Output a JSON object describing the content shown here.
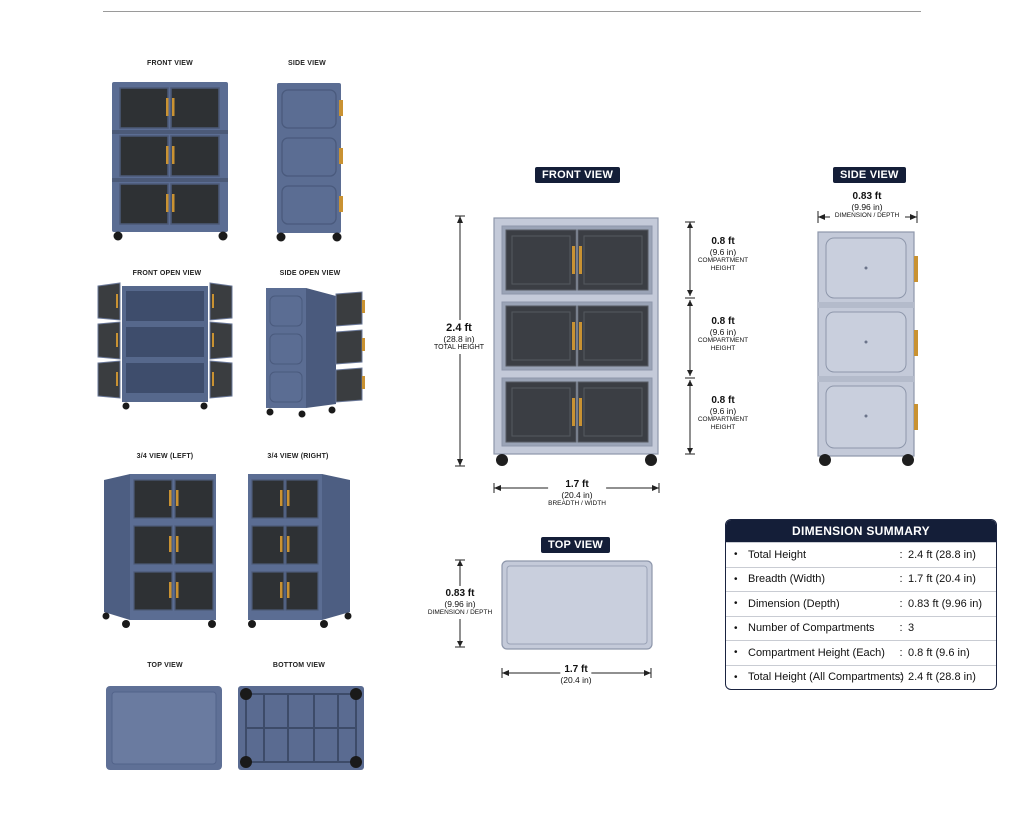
{
  "left_panel": {
    "labels": {
      "front_view": "FRONT VIEW",
      "side_view": "SIDE VIEW",
      "front_open_view": "FRONT OPEN VIEW",
      "side_open_view": "SIDE OPEN VIEW",
      "three_quarter_left": "3/4 VIEW (LEFT)",
      "three_quarter_right": "3/4 VIEW (RIGHT)",
      "top_view": "TOP VIEW",
      "bottom_view": "BOTTOM VIEW"
    }
  },
  "diagram": {
    "front_view_title": "FRONT VIEW",
    "side_view_title": "SIDE VIEW",
    "top_view_title": "TOP VIEW",
    "total_height": {
      "ft": "2.4 ft",
      "in": "(28.8 in)",
      "label": "TOTAL HEIGHT"
    },
    "compartments": [
      {
        "ft": "0.8 ft",
        "in": "(9.6 in)",
        "label1": "COMPARTMENT",
        "label2": "HEIGHT"
      },
      {
        "ft": "0.8 ft",
        "in": "(9.6 in)",
        "label1": "COMPARTMENT",
        "label2": "HEIGHT"
      },
      {
        "ft": "0.8 ft",
        "in": "(9.6 in)",
        "label1": "COMPARTMENT",
        "label2": "HEIGHT"
      }
    ],
    "breadth": {
      "ft": "1.7 ft",
      "in": "(20.4 in)",
      "label": "BREADTH / WIDTH"
    },
    "side_depth": {
      "ft": "0.83 ft",
      "in": "(9.96 in)",
      "label": "DIMENSION / DEPTH"
    },
    "top_depth": {
      "ft": "0.83 ft",
      "in": "(9.96 in)",
      "label": "DIMENSION / DEPTH"
    },
    "top_breadth": {
      "ft": "1.7 ft",
      "in": "(20.4 in)"
    }
  },
  "summary": {
    "title": "DIMENSION SUMMARY",
    "rows": [
      {
        "label": "Total Height",
        "value": "2.4 ft (28.8 in)"
      },
      {
        "label": "Breadth (Width)",
        "value": "1.7 ft (20.4 in)"
      },
      {
        "label": "Dimension (Depth)",
        "value": "0.83 ft (9.96 in)"
      },
      {
        "label": "Number of Compartments",
        "value": "3"
      },
      {
        "label": "Compartment Height (Each)",
        "value": "0.8 ft (9.6 in)"
      },
      {
        "label": "Total Height (All Compartments)",
        "value": "2.4 ft (28.8 in)"
      }
    ]
  },
  "colors": {
    "cabinet_blue": "#5b6d93",
    "cabinet_light": "#c4cad9",
    "door_dark": "#2e3134",
    "handle_gold": "#c99232",
    "navy": "#141e38"
  }
}
